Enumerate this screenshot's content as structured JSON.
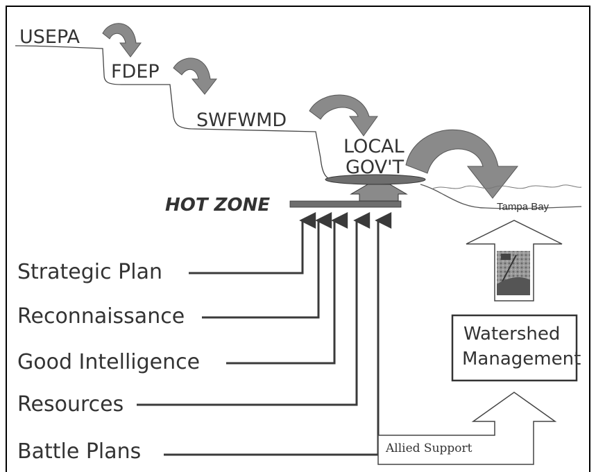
{
  "diagram": {
    "hierarchy": {
      "usepa": "USEPA",
      "fdep": "FDEP",
      "swfwmd": "SWFWMD",
      "local_line1": "LOCAL",
      "local_line2": "GOV'T"
    },
    "hot_zone": "HOT ZONE",
    "tampa_bay": "Tampa Bay",
    "inputs": [
      "Strategic Plan",
      "Reconnaissance",
      "Good Intelligence",
      "Resources",
      "Battle Plans"
    ],
    "watershed_line1": "Watershed",
    "watershed_line2": "Management",
    "allied_support": "Allied Support",
    "colors": {
      "arrow_fill": "#8a8a8a",
      "line_dark": "#3a3a3a",
      "ellipse_fill": "#6e6e6e",
      "text": "#333333"
    }
  }
}
